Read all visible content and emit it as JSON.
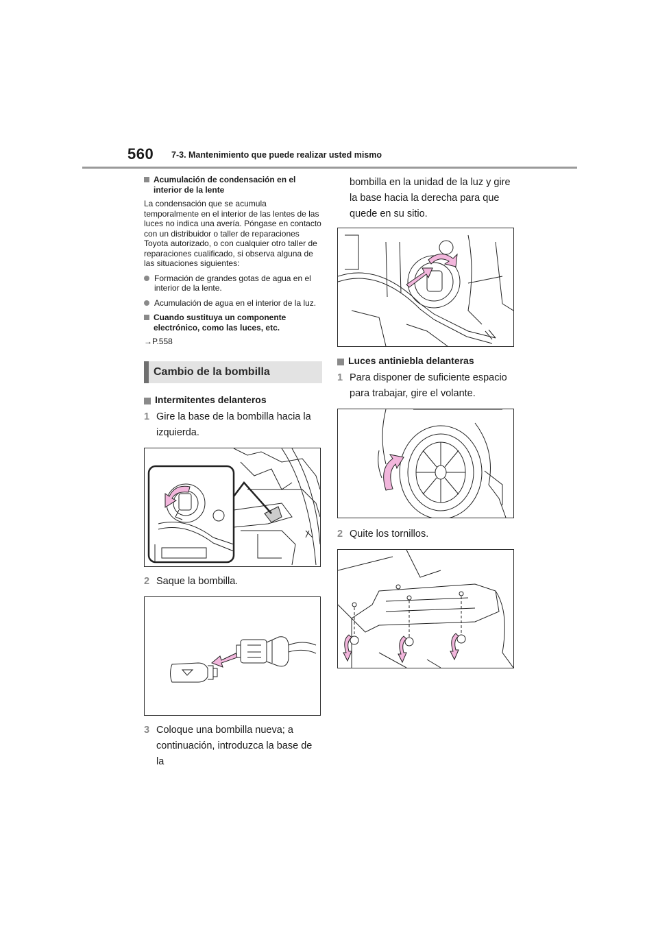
{
  "header": {
    "page_number": "560",
    "section": "7-3. Mantenimiento que puede realizar usted mismo"
  },
  "left": {
    "condensation": {
      "heading": "Acumulación de condensación en el interior de la lente",
      "body": "La condensación que se acumula temporalmente en el interior de las lentes de las luces no indica una avería. Póngase en contacto con un distribuidor o taller de reparaciones Toyota autorizado, o con cualquier otro taller de reparaciones cualificado, si observa alguna de las situaciones siguientes:",
      "bullets": [
        "Formación de grandes gotas de agua en el interior de la lente.",
        "Acumulación de agua en el interior de la luz."
      ]
    },
    "replace": {
      "heading": "Cuando sustituya un componente electrónico, como las luces, etc.",
      "ref": "→P.558"
    },
    "banner": "Cambio de la bombilla",
    "turn_signals": {
      "heading": "Intermitentes delanteros",
      "step1_num": "1",
      "step1": "Gire la base de la bombilla hacia la izquierda.",
      "step2_num": "2",
      "step2": "Saque la bombilla.",
      "step3_num": "3",
      "step3": "Coloque una bombilla nueva; a continuación, introduzca la base de la"
    }
  },
  "right": {
    "continuation": "bombilla en la unidad de la luz y gire la base hacia la derecha para que quede en su sitio.",
    "fog_lights": {
      "heading": "Luces antiniebla delanteras",
      "step1_num": "1",
      "step1": "Para disponer de suficiente espacio para trabajar, gire el volante.",
      "step2_num": "2",
      "step2": "Quite los tornillos."
    }
  },
  "colors": {
    "accent_arrow": "#f2b6dc",
    "banner_bg": "#e3e3e3",
    "marker_gray": "#8a8a8a"
  }
}
